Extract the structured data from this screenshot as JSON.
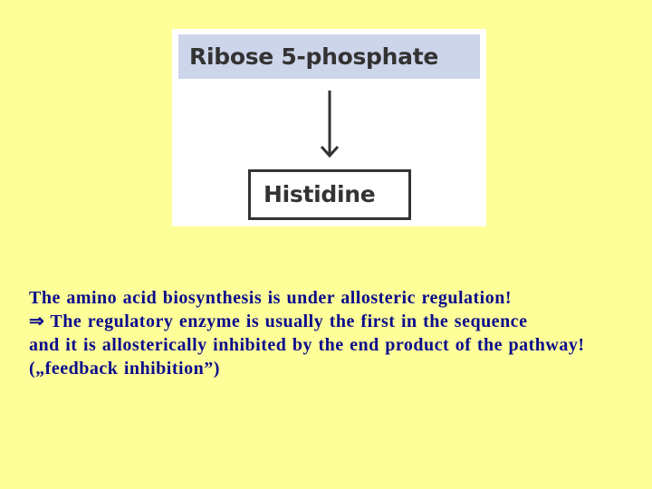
{
  "diagram": {
    "source": {
      "label": "Ribose 5-phosphate",
      "fill": "#cdd5ea"
    },
    "arrow": {
      "icon": "down-arrow-icon",
      "direction": "down"
    },
    "product": {
      "label": "Histidine",
      "border": "#333333"
    }
  },
  "caption": {
    "color": "#0a0a8c",
    "lines": [
      "The amino acid biosynthesis is under allosteric regulation!",
      "⇒ The regulatory enzyme is usually the first in the sequence",
      "and it is allosterically inhibited by the end product of the pathway!",
      "(„feedback inhibition”)"
    ]
  },
  "background_color": "#ffff99"
}
